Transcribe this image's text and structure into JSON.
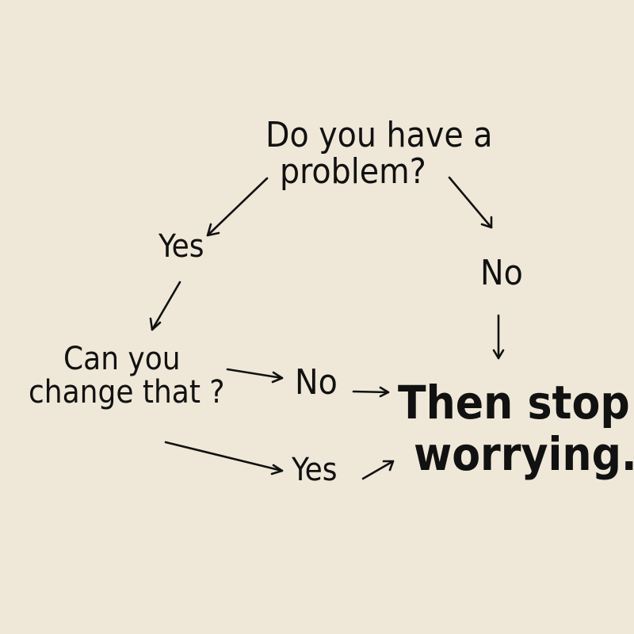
{
  "flowchart": {
    "question_problem": {
      "line1": "Do you have a",
      "line2": "problem?"
    },
    "answer_yes_problem": "Yes",
    "answer_no_problem": "No",
    "question_change": {
      "line1": "Can you",
      "line2": "change that ?"
    },
    "answer_no_change": "No",
    "answer_yes_change": "Yes",
    "conclusion": {
      "line1": "Then stop",
      "line2": "worrying."
    }
  },
  "colors": {
    "background": "#efe8d8",
    "ink": "#111111"
  }
}
